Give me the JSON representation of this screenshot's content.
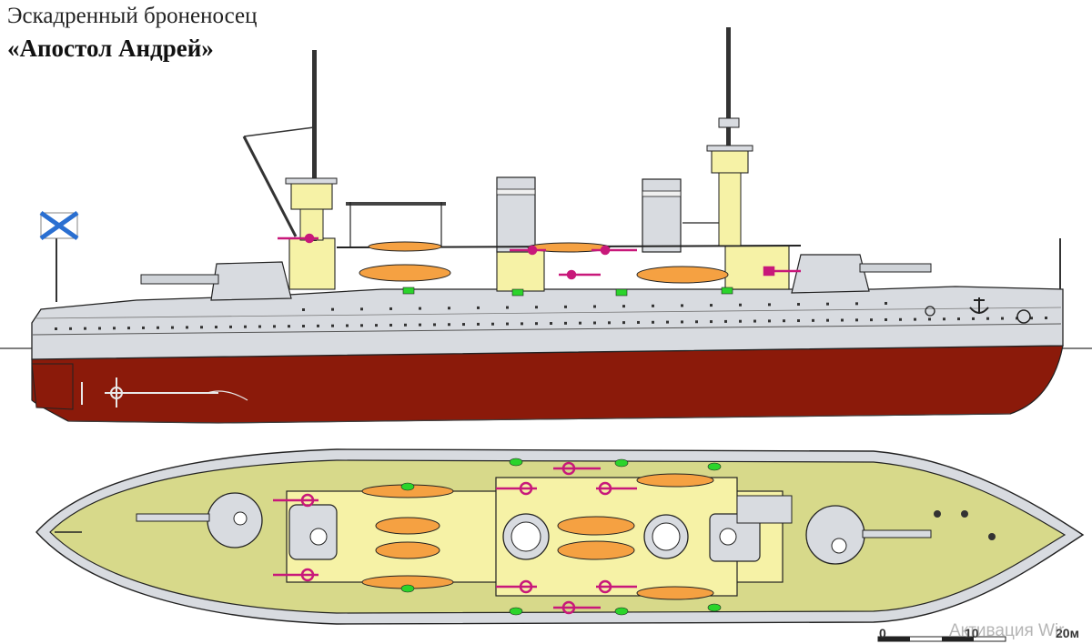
{
  "title": {
    "line1": "Эскадренный броненосец",
    "line2": "«Апостол Андрей»"
  },
  "scale_bar": {
    "labels": [
      "0",
      "10",
      "20м"
    ]
  },
  "watermark": "Активация Wir",
  "colors": {
    "hull_red": "#8b1a0a",
    "hull_gray": "#d8dbe0",
    "superstructure_yellow": "#f6f2a6",
    "deck_olive": "#d7d98a",
    "boat_orange": "#f5a142",
    "lamp_green": "#2bd42b",
    "gun_marker_magenta": "#c8187a",
    "flag_blue": "#2a6fd1"
  }
}
